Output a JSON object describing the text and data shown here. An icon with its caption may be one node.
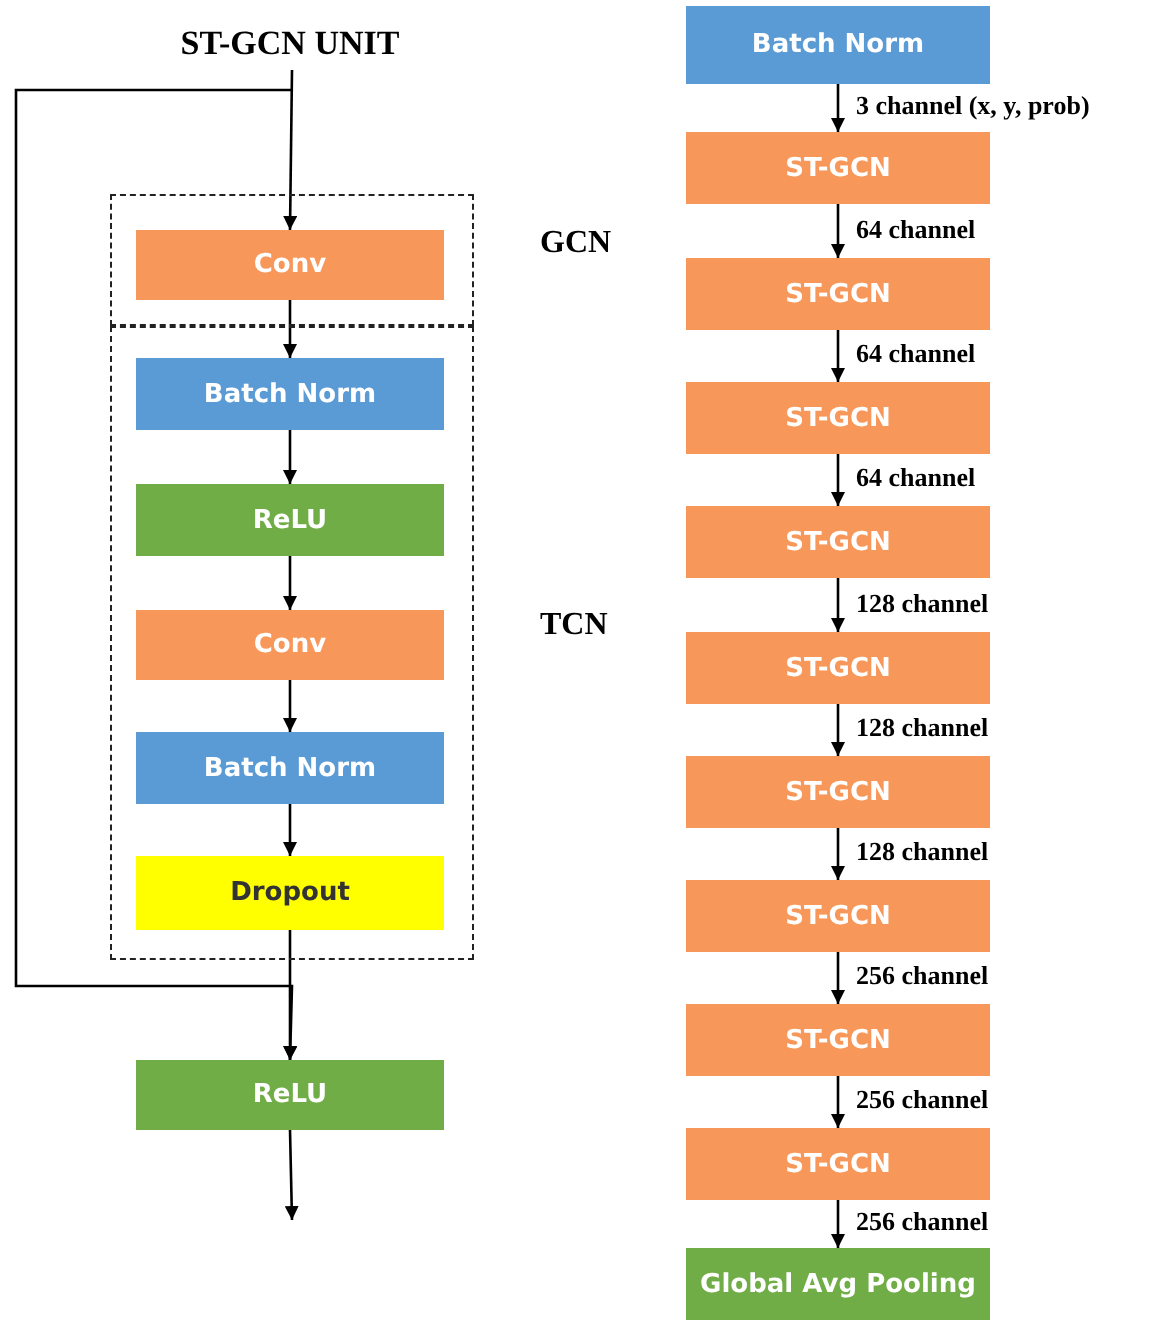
{
  "diagram": {
    "title": "ST-GCN UNIT",
    "nodes": [
      {
        "text": [
          "GCN"
        ]
      },
      {
        "text": [
          "Conv"
        ],
        "in": 0
      },
      {
        "text": [
          "TCN"
        ]
      },
      {
        "text": [
          "Batch Norm"
        ],
        "in": 2
      },
      {
        "text": [
          "ReLU"
        ],
        "in": 2
      },
      {
        "text": [
          "Conv"
        ],
        "in": 2
      },
      {
        "text": [
          "Batch Norm"
        ],
        "in": 2
      },
      {
        "text": [
          "Dropout"
        ],
        "in": 2
      },
      {
        "text": [
          "ReLU"
        ]
      },
      {
        "text": [
          "Batch Norm"
        ]
      },
      {
        "text": [
          "ST-GCN"
        ]
      },
      {
        "text": [
          "ST-GCN"
        ]
      },
      {
        "text": [
          "ST-GCN"
        ]
      },
      {
        "text": [
          "ST-GCN"
        ]
      },
      {
        "text": [
          "ST-GCN"
        ]
      },
      {
        "text": [
          "ST-GCN"
        ]
      },
      {
        "text": [
          "ST-GCN"
        ]
      },
      {
        "text": [
          "ST-GCN"
        ]
      },
      {
        "text": [
          "ST-GCN"
        ]
      },
      {
        "text": [
          "Global Avg Pooling"
        ]
      }
    ],
    "edges": [
      {
        "from": null,
        "to": 1,
        "arrow": "to"
      },
      {
        "from": 1,
        "to": 3,
        "arrow": "to"
      },
      {
        "from": 3,
        "to": 4,
        "arrow": "to"
      },
      {
        "from": 4,
        "to": 5,
        "arrow": "to"
      },
      {
        "from": 5,
        "to": 6,
        "arrow": "to"
      },
      {
        "from": 6,
        "to": 7,
        "arrow": "to"
      },
      {
        "from": 7,
        "to": 8,
        "arrow": "to"
      },
      {
        "from": null,
        "to": 8,
        "arrow": "to"
      },
      {
        "from": 8,
        "to": null,
        "arrow": "to"
      },
      {
        "from": 9,
        "to": 10,
        "arrow": "to",
        "label": "3 channel (x, y, prob)"
      },
      {
        "from": 10,
        "to": 11,
        "arrow": "to",
        "label": "64 channel"
      },
      {
        "from": 11,
        "to": 12,
        "arrow": "to",
        "label": "64 channel"
      },
      {
        "from": 12,
        "to": 13,
        "arrow": "to",
        "label": "64 channel"
      },
      {
        "from": 13,
        "to": 14,
        "arrow": "to",
        "label": "128 channel"
      },
      {
        "from": 14,
        "to": 15,
        "arrow": "to",
        "label": "128 channel"
      },
      {
        "from": 15,
        "to": 16,
        "arrow": "to",
        "label": "128 channel"
      },
      {
        "from": 16,
        "to": 17,
        "arrow": "to",
        "label": "256 channel"
      },
      {
        "from": 17,
        "to": 18,
        "arrow": "to",
        "label": "256 channel"
      },
      {
        "from": 18,
        "to": 19,
        "arrow": "to",
        "label": "256 channel"
      }
    ]
  }
}
